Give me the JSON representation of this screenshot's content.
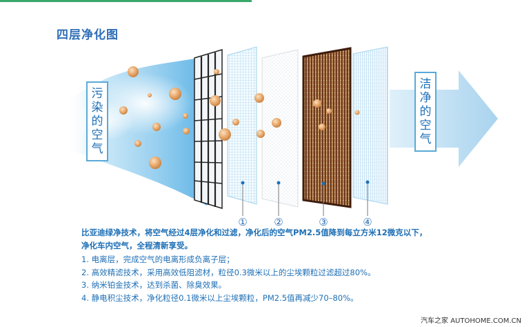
{
  "title": "四层净化图",
  "left_label": [
    "污",
    "染",
    "的",
    "空",
    "气"
  ],
  "right_label": [
    "洁",
    "净",
    "的",
    "空",
    "气"
  ],
  "layer_numbers": [
    "①",
    "②",
    "③",
    "④"
  ],
  "description": {
    "intro_line1": "比亚迪绿净技术，将空气经过4层净化和过滤，净化后的空气PM2.5值降到每立方米12微克以下，",
    "intro_line2": "净化车内空气，全程清新享受。",
    "items": [
      "1. 电离层，完成空气的电离形成负离子层；",
      "2. 高效精滤技术，采用高效低阻滤材，粒径0.3微米以上的尘埃颗粒过滤超过80%。",
      "3. 纳米铂金技术，达到杀菌、除臭效果。",
      "4. 静电积尘技术，净化粒径0.1微米以上尘埃颗粒，PM2.5值再减少70–80%。"
    ]
  },
  "watermark": "汽车之家  AUTOHOME.COM.CN",
  "colors": {
    "title": "#2f6fb6",
    "text": "#1e6fb5",
    "particle": "#e3a56b",
    "layer3": "#5a2e1a",
    "arrow": "#a9d3ee"
  }
}
